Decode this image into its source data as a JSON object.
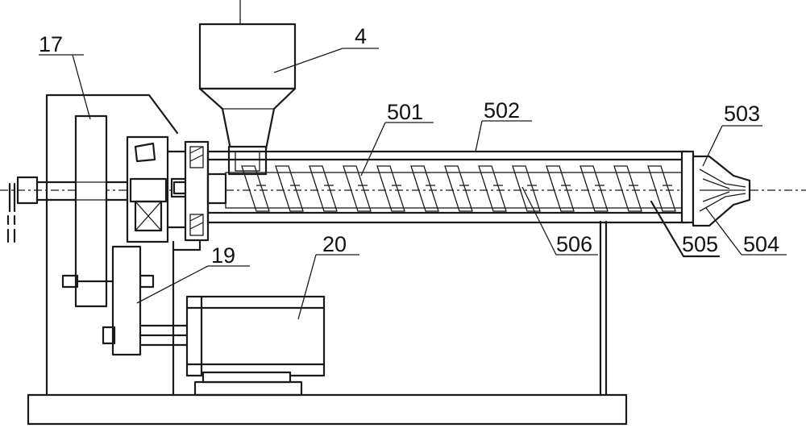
{
  "labels": {
    "l17": "17",
    "l4": "4",
    "l501": "501",
    "l502": "502",
    "l503": "503",
    "l19": "19",
    "l20": "20",
    "l506": "506",
    "l505": "505",
    "l504": "504"
  },
  "colors": {
    "line": "#1a1a1a",
    "background": "#ffffff"
  }
}
